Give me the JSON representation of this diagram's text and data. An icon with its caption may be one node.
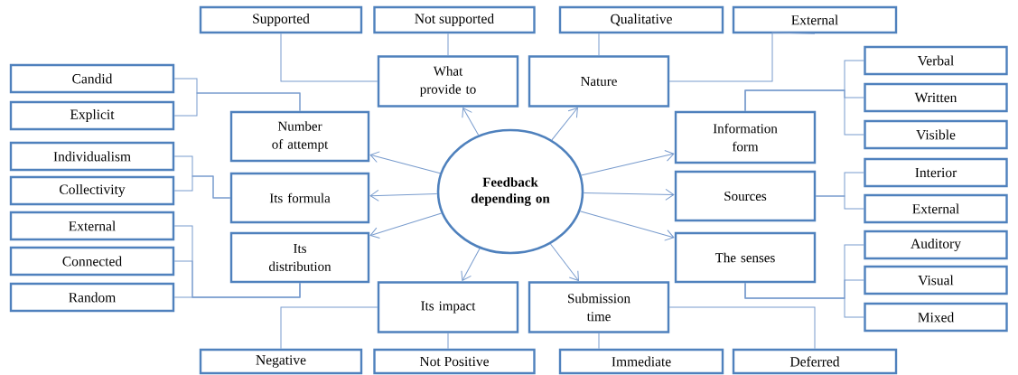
{
  "diagram": {
    "nodes": [
      {
        "text": [
          "Feedback depending on"
        ]
      },
      {
        "text": [
          "What provide to"
        ]
      },
      {
        "text": [
          "Nature"
        ]
      },
      {
        "text": [
          "Number of attempt"
        ]
      },
      {
        "text": [
          "Information form"
        ]
      },
      {
        "text": [
          "Its formula"
        ]
      },
      {
        "text": [
          "Sources"
        ]
      },
      {
        "text": [
          "Its distribution"
        ]
      },
      {
        "text": [
          "The senses"
        ]
      },
      {
        "text": [
          "Its impact"
        ]
      },
      {
        "text": [
          "Submission time"
        ]
      },
      {
        "text": [
          "Supported"
        ]
      },
      {
        "text": [
          "Not supported"
        ]
      },
      {
        "text": [
          "Qualitative"
        ]
      },
      {
        "text": [
          "External"
        ]
      },
      {
        "text": [
          "Candid"
        ]
      },
      {
        "text": [
          "Explicit"
        ]
      },
      {
        "text": [
          "Individualism"
        ]
      },
      {
        "text": [
          "Collectivity"
        ]
      },
      {
        "text": [
          "External"
        ]
      },
      {
        "text": [
          "Connected"
        ]
      },
      {
        "text": [
          "Random"
        ]
      },
      {
        "text": [
          "Verbal"
        ]
      },
      {
        "text": [
          "Written"
        ]
      },
      {
        "text": [
          "Visible"
        ]
      },
      {
        "text": [
          "Interior"
        ]
      },
      {
        "text": [
          "External"
        ]
      },
      {
        "text": [
          "Auditory"
        ]
      },
      {
        "text": [
          "Visual"
        ]
      },
      {
        "text": [
          "Mixed"
        ]
      },
      {
        "text": [
          "Negative"
        ]
      },
      {
        "text": [
          "Not Positive"
        ]
      },
      {
        "text": [
          "Immediate"
        ]
      },
      {
        "text": [
          "Deferred"
        ]
      }
    ],
    "edges": [
      {
        "from": 0,
        "to": 1,
        "arrow": "to"
      },
      {
        "from": 0,
        "to": 2,
        "arrow": "to"
      },
      {
        "from": 0,
        "to": 3,
        "arrow": "to"
      },
      {
        "from": 0,
        "to": 4,
        "arrow": "to"
      },
      {
        "from": 0,
        "to": 5,
        "arrow": "to"
      },
      {
        "from": 0,
        "to": 6,
        "arrow": "to"
      },
      {
        "from": 0,
        "to": 7,
        "arrow": "to"
      },
      {
        "from": 0,
        "to": 8,
        "arrow": "to"
      },
      {
        "from": 0,
        "to": 9,
        "arrow": "to"
      },
      {
        "from": 0,
        "to": 10,
        "arrow": "to"
      },
      {
        "from": 1,
        "to": 11,
        "arrow": "none"
      },
      {
        "from": 1,
        "to": 12,
        "arrow": "none"
      },
      {
        "from": 2,
        "to": 13,
        "arrow": "none"
      },
      {
        "from": 2,
        "to": 14,
        "arrow": "none"
      },
      {
        "from": 3,
        "to": 15,
        "arrow": "none"
      },
      {
        "from": 3,
        "to": 16,
        "arrow": "none"
      },
      {
        "from": 5,
        "to": 17,
        "arrow": "none"
      },
      {
        "from": 5,
        "to": 18,
        "arrow": "none"
      },
      {
        "from": 7,
        "to": 19,
        "arrow": "none"
      },
      {
        "from": 7,
        "to": 20,
        "arrow": "none"
      },
      {
        "from": 7,
        "to": 21,
        "arrow": "none"
      },
      {
        "from": 4,
        "to": 22,
        "arrow": "none"
      },
      {
        "from": 4,
        "to": 23,
        "arrow": "none"
      },
      {
        "from": 4,
        "to": 24,
        "arrow": "none"
      },
      {
        "from": 6,
        "to": 25,
        "arrow": "none"
      },
      {
        "from": 6,
        "to": 26,
        "arrow": "none"
      },
      {
        "from": 8,
        "to": 27,
        "arrow": "none"
      },
      {
        "from": 8,
        "to": 28,
        "arrow": "none"
      },
      {
        "from": 8,
        "to": 29,
        "arrow": "none"
      },
      {
        "from": 9,
        "to": 30,
        "arrow": "none"
      },
      {
        "from": 9,
        "to": 31,
        "arrow": "none"
      },
      {
        "from": 10,
        "to": 32,
        "arrow": "none"
      },
      {
        "from": 10,
        "to": 33,
        "arrow": "none"
      }
    ]
  }
}
